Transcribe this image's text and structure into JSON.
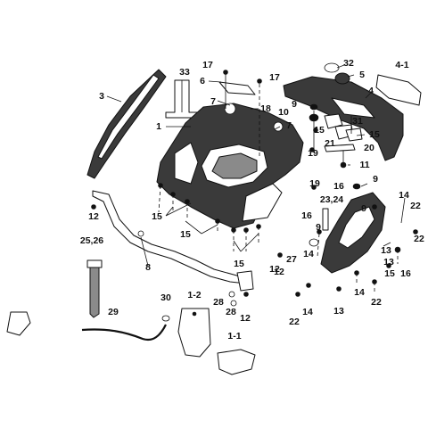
{
  "callouts": {
    "c1": "1",
    "c1_1": "1-1",
    "c1_2": "1-2",
    "c3": "3",
    "c4": "4",
    "c4_1": "4-1",
    "c5": "5",
    "c6": "6",
    "c7a": "7",
    "c7b": "7",
    "c8": "8",
    "c9a": "9",
    "c9b": "9",
    "c9c": "9",
    "c9d": "9",
    "c10": "10",
    "c11": "11",
    "c12a": "12",
    "c12b": "12",
    "c12c": "12",
    "c12d": "12",
    "c13a": "13",
    "c13b": "13",
    "c13c": "13",
    "c14a": "14",
    "c14b": "14",
    "c14c": "14",
    "c14d": "14",
    "c15a": "15",
    "c15b": "15",
    "c15c": "15",
    "c15d": "15",
    "c15e": "15",
    "c15f": "15",
    "c16a": "16",
    "c16b": "16",
    "c16c": "16",
    "c17a": "17",
    "c17b": "17",
    "c18": "18",
    "c19a": "19",
    "c19b": "19",
    "c20": "20",
    "c21": "21",
    "c22a": "22",
    "c22b": "22",
    "c22c": "22",
    "c22d": "22",
    "c23_24": "23,24",
    "c25_26": "25,26",
    "c27": "27",
    "c28a": "28",
    "c28b": "28",
    "c29": "29",
    "c30": "30",
    "c31": "31",
    "c32": "32",
    "c33": "33"
  }
}
